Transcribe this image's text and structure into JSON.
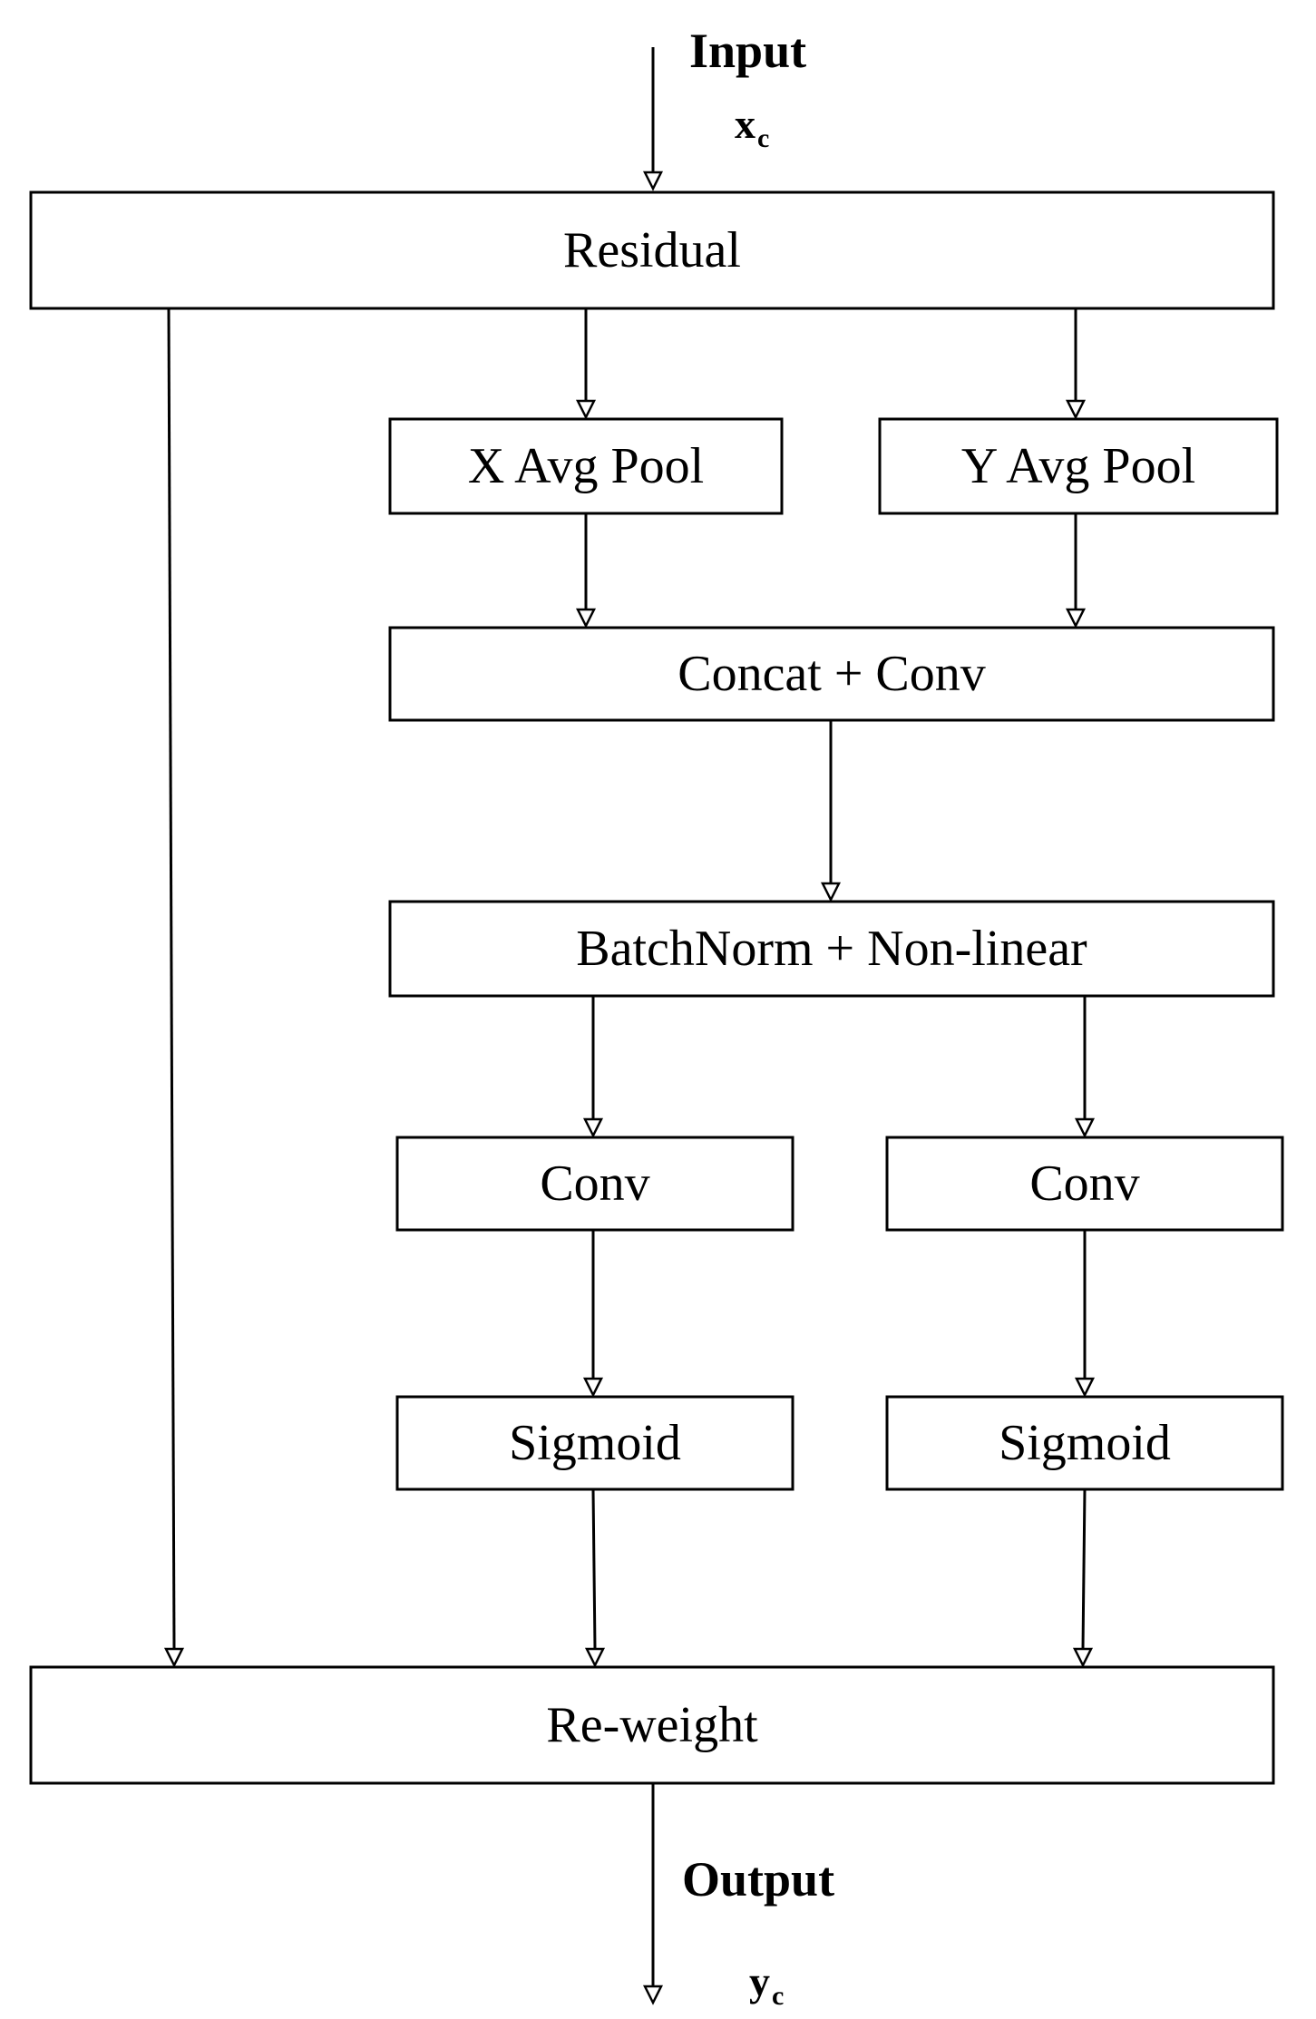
{
  "input": {
    "label": "Input",
    "var": "x",
    "sub": "c"
  },
  "output": {
    "label": "Output",
    "var": "y",
    "sub": "c"
  },
  "nodes": {
    "residual": "Residual",
    "x_avg_pool": "X Avg Pool",
    "y_avg_pool": "Y Avg Pool",
    "concat_conv": "Concat + Conv",
    "batchnorm": "BatchNorm + Non-linear",
    "conv_left": "Conv",
    "conv_right": "Conv",
    "sigmoid_left": "Sigmoid",
    "sigmoid_right": "Sigmoid",
    "reweight": "Re-weight"
  },
  "edges": [
    [
      "input",
      "residual"
    ],
    [
      "residual",
      "x_avg_pool"
    ],
    [
      "residual",
      "y_avg_pool"
    ],
    [
      "residual",
      "reweight"
    ],
    [
      "x_avg_pool",
      "concat_conv"
    ],
    [
      "y_avg_pool",
      "concat_conv"
    ],
    [
      "concat_conv",
      "batchnorm"
    ],
    [
      "batchnorm",
      "conv_left"
    ],
    [
      "batchnorm",
      "conv_right"
    ],
    [
      "conv_left",
      "sigmoid_left"
    ],
    [
      "conv_right",
      "sigmoid_right"
    ],
    [
      "sigmoid_left",
      "reweight"
    ],
    [
      "sigmoid_right",
      "reweight"
    ],
    [
      "reweight",
      "output"
    ]
  ]
}
